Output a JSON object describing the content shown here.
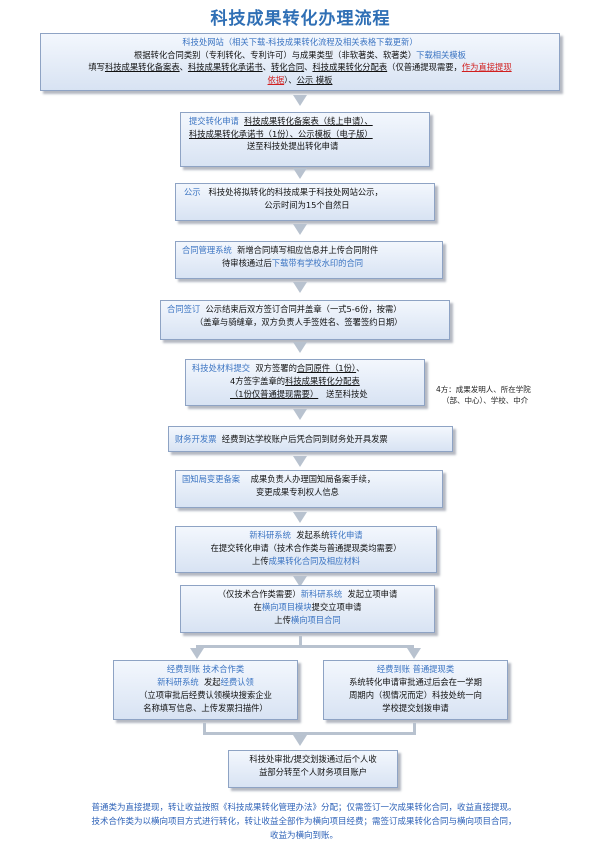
{
  "title": "科技成果转化办理流程",
  "step1": {
    "l1": "科技处网站（相关下载-科技成果转化流程及相关表格下载更新）",
    "l2a": "根据转化合同类别（专利转化、专利许可）与成果类型（非软著类、软著类）",
    "l2b": "下载相关模板",
    "l3a": "填写",
    "l3b": "科技成果转化备案表",
    "l3c": "、",
    "l3d": "科技成果转化承诺书",
    "l3e": "、",
    "l3f": "转化合同",
    "l3g": "、",
    "l3h": "科技成果转化分配表",
    "l3i": "（仅普通提现需要，",
    "l3j": "作为直接提现",
    "l4a": "依据",
    "l4b": "）、",
    "l4c": "公示 模板"
  },
  "step2": {
    "label": "提交转化申请",
    "l1": "科技成果转化备案表（线上申请）、",
    "l2": "科技成果转化承诺书（1份）、公示模板（电子版）",
    "l3": "送至科技处提出转化申请"
  },
  "step3": {
    "label": "公示",
    "l1": "科技处将拟转化的科技成果于科技处网站公示，",
    "l2": "公示时间为15个自然日"
  },
  "step4": {
    "label": "合同管理系统",
    "l1": "新增合同填写相应信息并上传合同附件",
    "l2a": "待审核通过后",
    "l2b": "下载带有学校水印的合同"
  },
  "step5": {
    "label": "合同签订",
    "l1": "公示结束后双方签订合同并盖章（一式5-6份，按需）",
    "l2": "（盖章与骑缝章，双方负责人手签姓名、签署签约日期）"
  },
  "step6": {
    "label": "科技处材料提交",
    "l1a": "双方签署的",
    "l1b": "合同原件（1份）",
    "l1c": "、",
    "l2a": "4方签字盖章的",
    "l2b": "科技成果转化分配表",
    "l3a": "（1份仅普通提现需要）",
    "l3b": "送至科技处",
    "side1": "4方：成果发明人、所在学院",
    "side2": "（部、中心）、学校、中介"
  },
  "step7": {
    "label": "财务开发票",
    "l1": "经费到达学校账户后凭合同到财务处开具发票"
  },
  "step8": {
    "label": "国知局变更备案",
    "l1": "成果负责人办理国知局备案手续，",
    "l2": "变更成果专利权人信息"
  },
  "step9": {
    "label": "新科研系统",
    "l1a": "发起系统",
    "l1b": "转化申请",
    "l2": "在提交转化申请（技术合作类与普通提现类均需要）",
    "l3a": "上传",
    "l3b": "成果转化合同及相应材料"
  },
  "step10": {
    "l1a": "（仅技术合作类需要）",
    "l1b": "新科研系统",
    "l1c": "发起立项申请",
    "l2a": "在",
    "l2b": "横向项目模块",
    "l2c": "提交立项申请",
    "l3a": "上传",
    "l3b": "横向项目合同"
  },
  "left_box": {
    "l1": "经费到账 技术合作类",
    "l2a": "新科研系统",
    "l2b": "发起",
    "l2c": "经费认领",
    "l3": "（立项审批后经费认领模块搜索企业",
    "l4": "名称填写信息、上传发票扫描件）"
  },
  "right_box": {
    "l1": "经费到账 普通提现类",
    "l2": "系统转化申请审批通过后会在一学期",
    "l3": "周期内（视情况而定）科技处统一向",
    "l4": "学校提交划拨申请"
  },
  "final": {
    "l1": "科技处审批/提交划拨通过后个人收",
    "l2": "益部分转至个人财务项目账户"
  },
  "footer": {
    "l1": "普通类为直接提现，转让收益按照《科技成果转化管理办法》分配；仅需签订一次成果转化合同，收益直接提现。",
    "l2": "技术合作类为以横向项目方式进行转化，转让收益全部作为横向项目经费；需签订成果转化合同与横向项目合同，",
    "l3": "收益为横向到账。"
  },
  "colors": {
    "title": "#2f6fb5",
    "label": "#3b74c2",
    "highlight": "#d11f1f",
    "arrow": "#b8c2cf"
  }
}
